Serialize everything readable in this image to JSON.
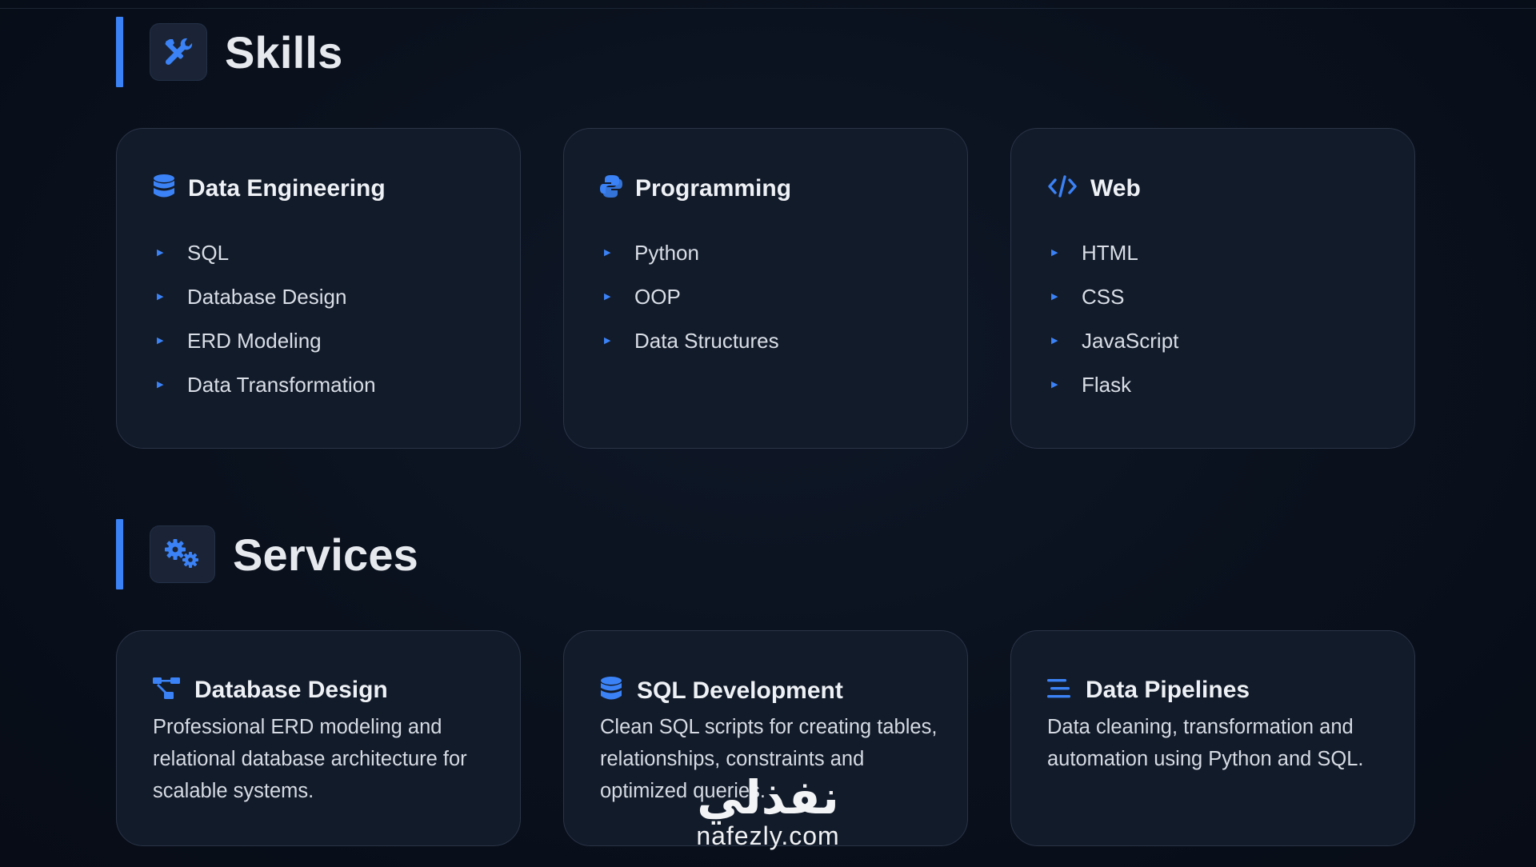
{
  "skills": {
    "title": "Skills",
    "title_icon": "tools-icon",
    "cards": [
      {
        "title": "Data Engineering",
        "icon": "database-icon",
        "items": [
          "SQL",
          "Database Design",
          "ERD Modeling",
          "Data Transformation"
        ]
      },
      {
        "title": "Programming",
        "icon": "python-icon",
        "items": [
          "Python",
          "OOP",
          "Data Structures"
        ]
      },
      {
        "title": "Web",
        "icon": "code-icon",
        "items": [
          "HTML",
          "CSS",
          "JavaScript",
          "Flask"
        ]
      }
    ]
  },
  "services": {
    "title": "Services",
    "title_icon": "gears-icon",
    "cards": [
      {
        "title": "Database Design",
        "icon": "sitemap-icon",
        "description": "Professional ERD modeling and relational database architecture for scalable systems."
      },
      {
        "title": "SQL Development",
        "icon": "database-icon",
        "description": "Clean SQL scripts for creating tables, relationships, constraints and optimized queries."
      },
      {
        "title": "Data Pipelines",
        "icon": "stream-icon",
        "description": "Data cleaning, transformation and automation using Python and SQL."
      }
    ]
  },
  "watermark": {
    "arabic": "نفذلي",
    "latin": "nafezly.com"
  },
  "colors": {
    "accent": "#3b82f6",
    "background": "#0b1220",
    "card": "#121b2a",
    "card_border": "#2a3446"
  }
}
